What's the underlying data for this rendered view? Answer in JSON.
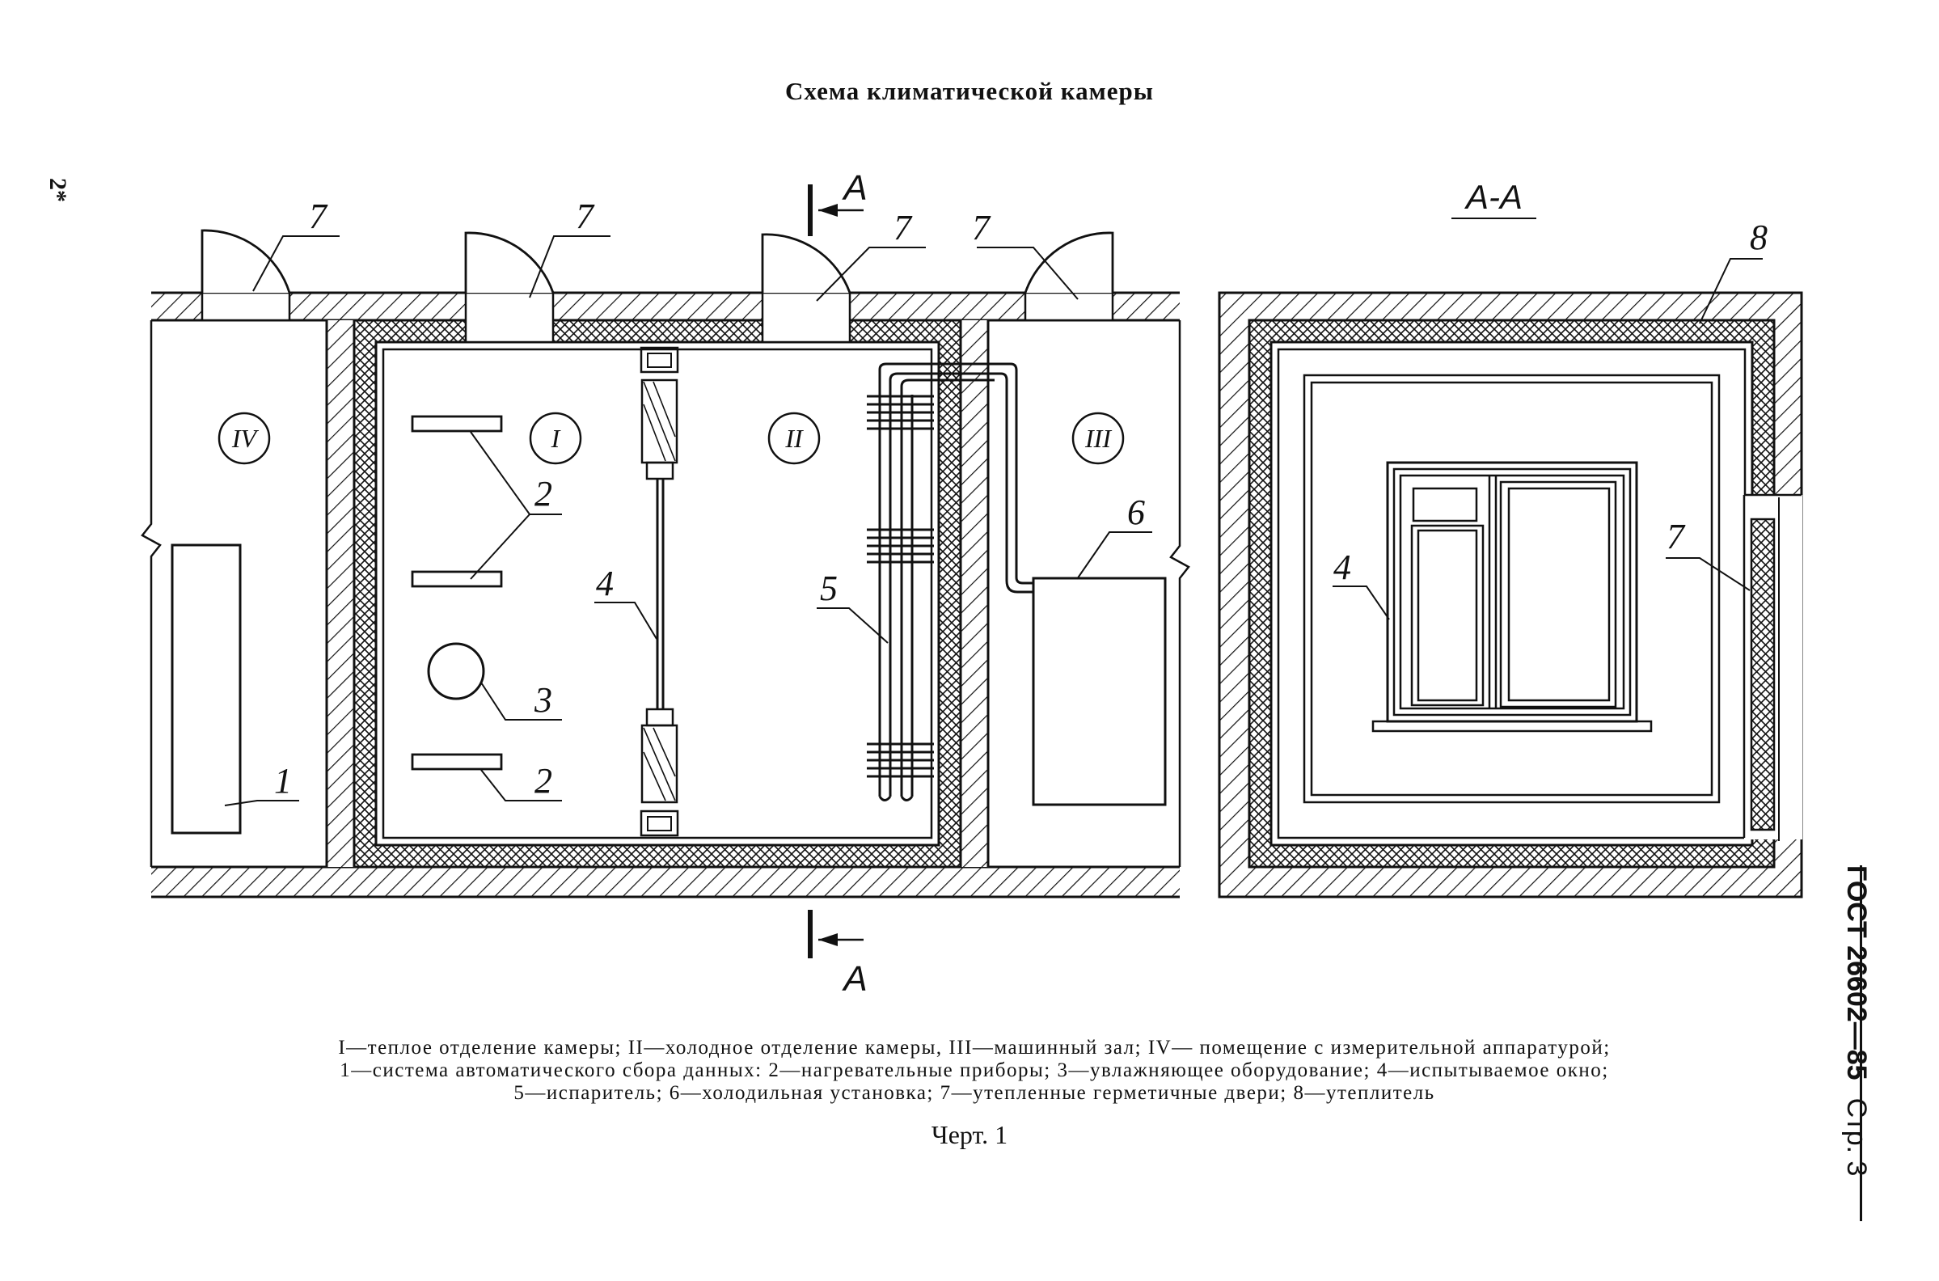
{
  "title": "Схема климатической камеры",
  "page_mark": "2*",
  "side_stamp": {
    "standard": "ГОСТ 26602—85",
    "page": "Стр. 3"
  },
  "section_marker": "A",
  "section_title": "A-A",
  "room_numerals": [
    "IV",
    "I",
    "II",
    "III"
  ],
  "callouts": {
    "door": "7",
    "heater": "2",
    "humidifier": "3",
    "window": "4",
    "evaporator": "5",
    "refrigeration": "6",
    "data_system": "1",
    "insulation": "8"
  },
  "caption": {
    "line1": "I—теплое отделение камеры; II—холодное отделение камеры, III—машинный зал; IV— помещение с измерительной аппаратурой;",
    "line2": "1—система автоматического сбора данных: 2—нагревательные приборы; 3—увлажняющее оборудование; 4—испытываемое окно;",
    "line3": "5—испаритель; 6—холодильная установка; 7—утепленные герметичные двери; 8—утеплитель"
  },
  "figure_label": "Черт. 1"
}
